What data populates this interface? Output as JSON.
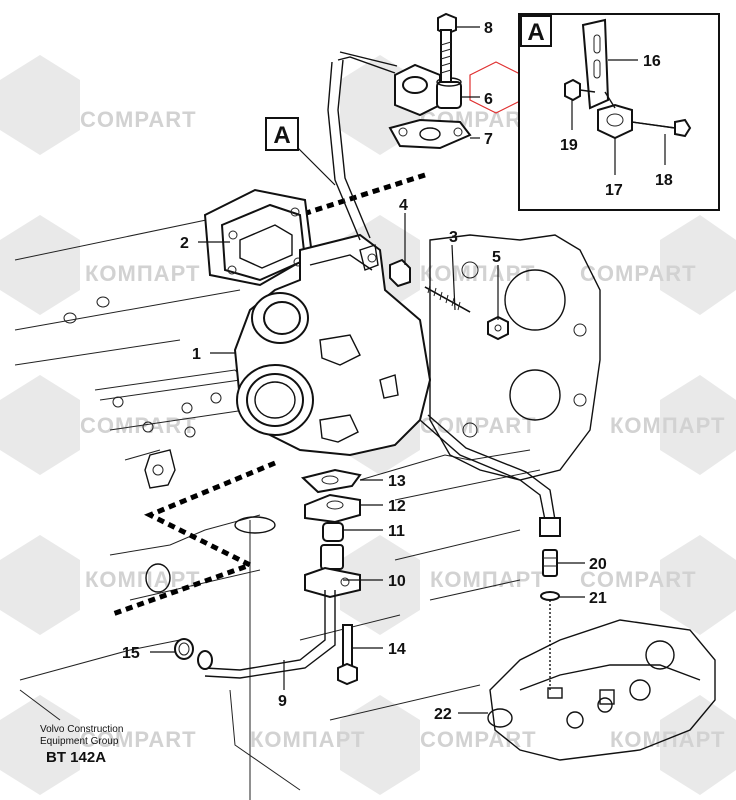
{
  "watermark": {
    "text_latin": "COMPART",
    "text_cyrillic": "КОМПАРТ"
  },
  "detail_label": "A",
  "detail_reference_label": "A",
  "callouts": {
    "c1": "1",
    "c2": "2",
    "c3": "3",
    "c4": "4",
    "c5": "5",
    "c6": "6",
    "c7": "7",
    "c8": "8",
    "c9": "9",
    "c10": "10",
    "c11": "11",
    "c12": "12",
    "c13": "13",
    "c14": "14",
    "c15": "15",
    "c16": "16",
    "c17": "17",
    "c18": "18",
    "c19": "19",
    "c20": "20",
    "c21": "21",
    "c22": "22"
  },
  "footer": {
    "company_line1": "Volvo Construction",
    "company_line2": "Equipment Group",
    "code": "BT 142A"
  },
  "colors": {
    "highlight_hexagon": "#e03030",
    "watermark": "#d2d2d2",
    "ink": "#111111"
  }
}
